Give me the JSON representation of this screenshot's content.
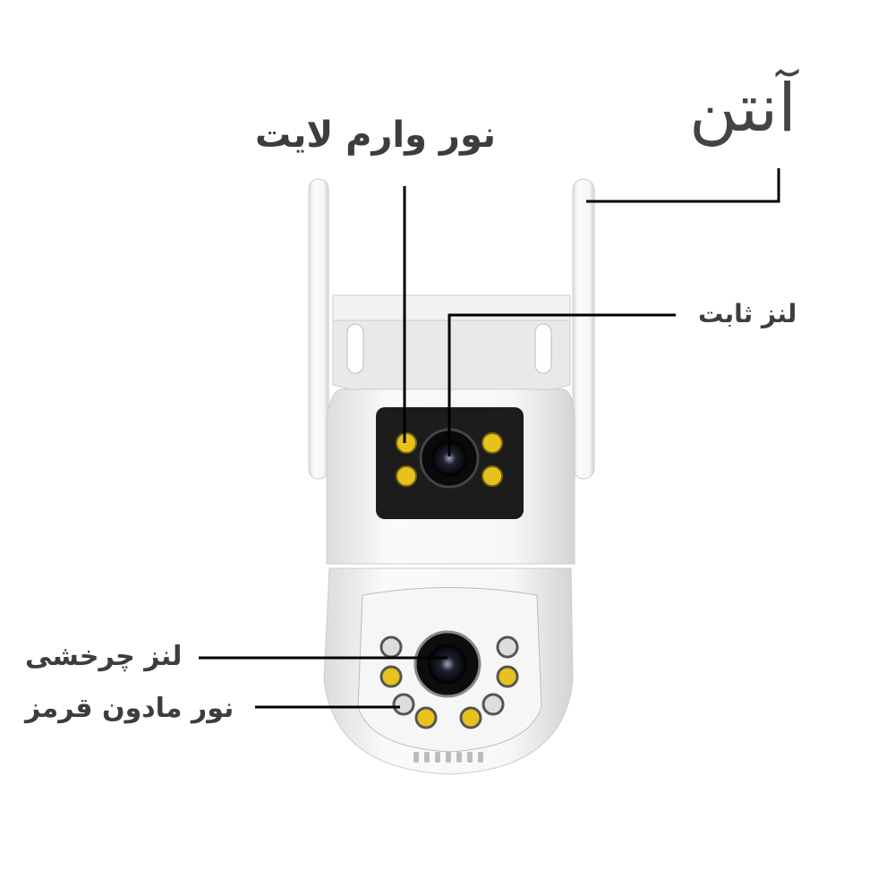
{
  "labels": {
    "antenna": "آنتن",
    "warm_light": "نور وارم لایت",
    "fixed_lens": "لنز ثابت",
    "rotating_lens": "لنز چرخشی",
    "infrared_light": "نور مادون قرمز"
  },
  "colors": {
    "text": "#3d3d3d",
    "leader_line": "#000000",
    "warm_led": "#e8c21c",
    "body": "#f4f4f4"
  }
}
